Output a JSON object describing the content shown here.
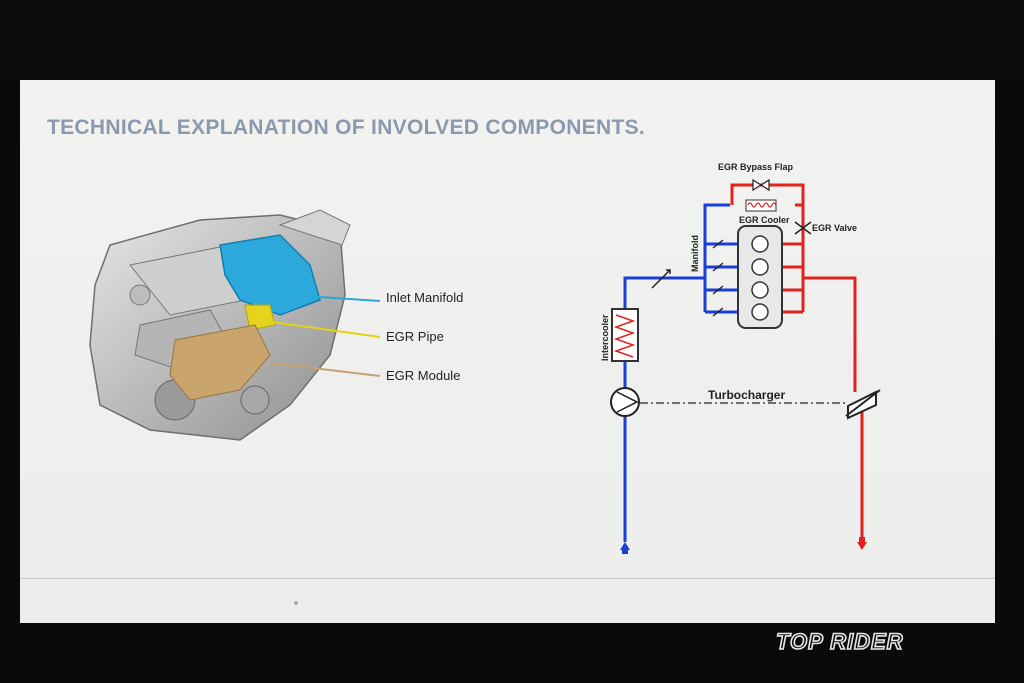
{
  "slide": {
    "title": "TECHNICAL EXPLANATION OF INVOLVED COMPONENTS."
  },
  "engine_callouts": [
    {
      "label": "Inlet Manifold",
      "color": "#29a8d8"
    },
    {
      "label": "EGR Pipe",
      "color": "#e3d21a"
    },
    {
      "label": "EGR Module",
      "color": "#c8a070"
    }
  ],
  "schematic": {
    "egr_bypass_flap": "EGR Bypass Flap",
    "egr_cooler": "EGR Cooler",
    "egr_valve": "EGR Valve",
    "manifold": "Manifold",
    "intercooler": "Intercooler",
    "turbocharger": "Turbocharger",
    "intake_color": "#1a3fd6",
    "exhaust_color": "#e0231f"
  },
  "watermark": "TOP RIDER"
}
